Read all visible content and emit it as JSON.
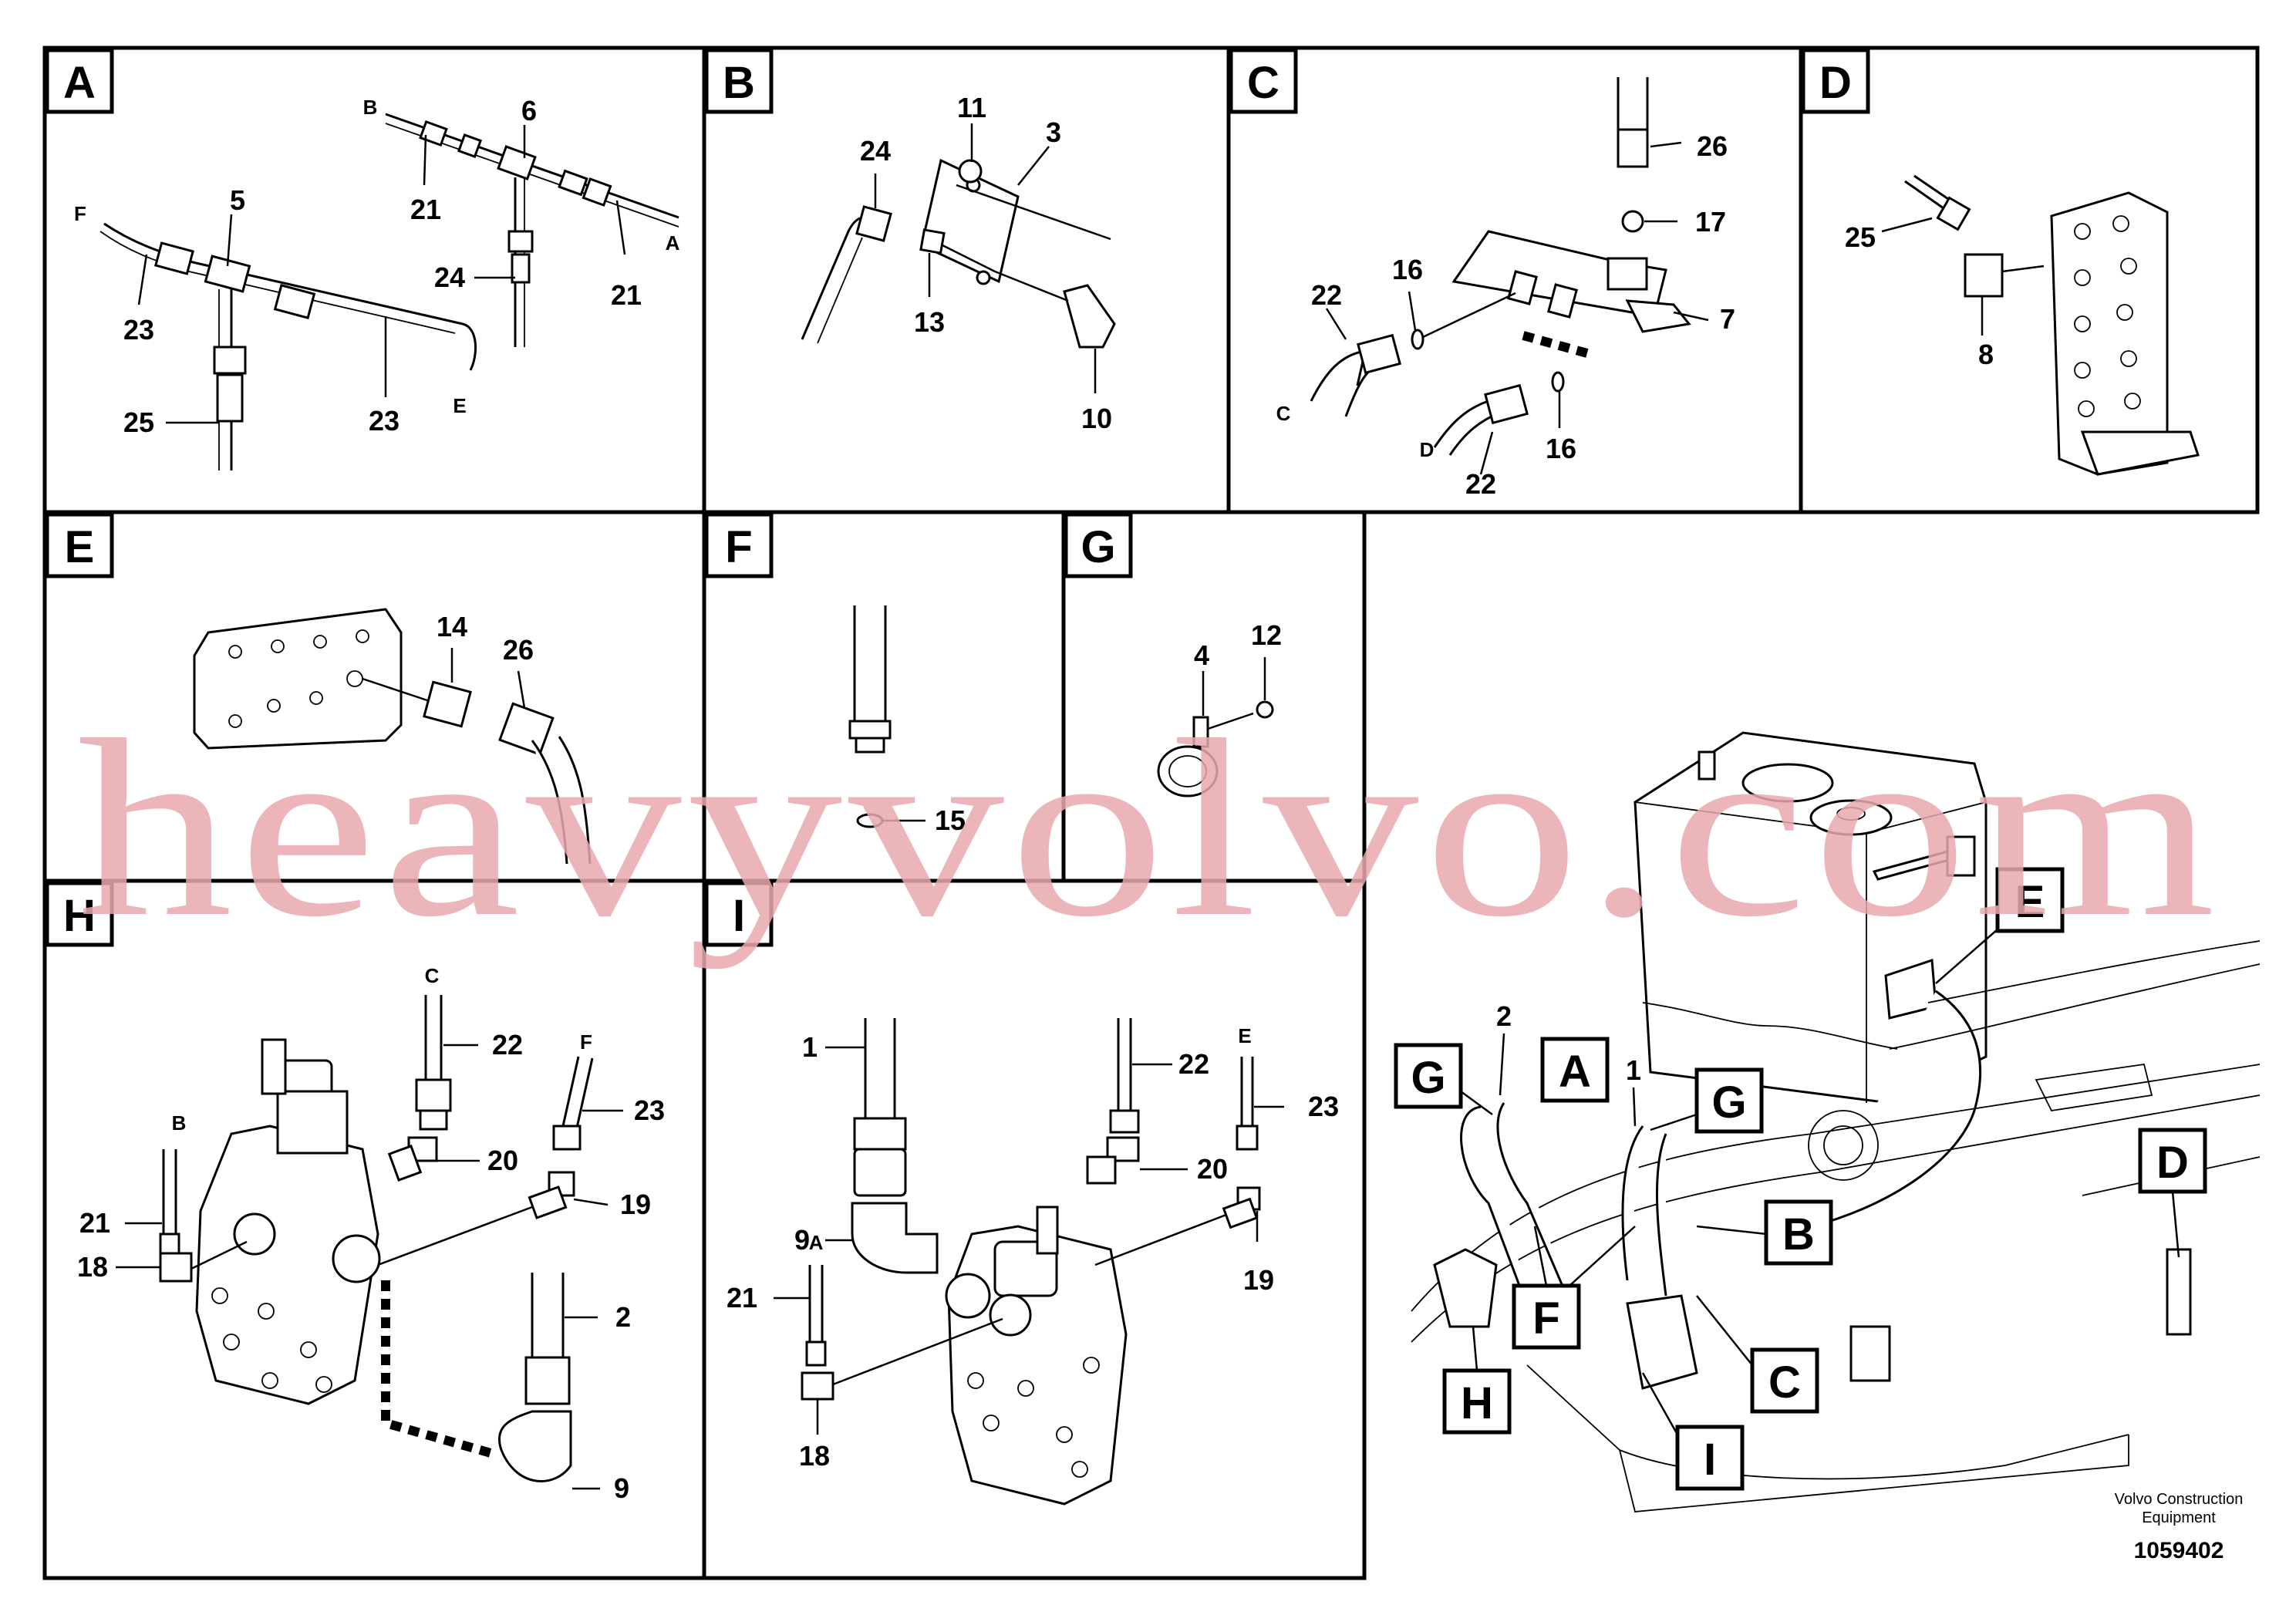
{
  "panels": {
    "A": {
      "label": "A",
      "refs": {
        "r6": "6",
        "r5": "5",
        "r21a": "21",
        "r21b": "21",
        "r24": "24",
        "r23a": "23",
        "r23b": "23",
        "r25": "25",
        "lB": "B",
        "lA": "A",
        "lF": "F",
        "lE": "E"
      }
    },
    "B": {
      "label": "B",
      "refs": {
        "r11": "11",
        "r3": "3",
        "r24": "24",
        "r13": "13",
        "r10": "10"
      }
    },
    "C": {
      "label": "C",
      "refs": {
        "r26": "26",
        "r17": "17",
        "r16a": "16",
        "r22a": "22",
        "r7": "7",
        "r16b": "16",
        "r22b": "22",
        "lC": "C",
        "lD": "D"
      }
    },
    "D": {
      "label": "D",
      "refs": {
        "r25": "25",
        "r8": "8"
      }
    },
    "E": {
      "label": "E",
      "refs": {
        "r14": "14",
        "r26": "26"
      }
    },
    "F": {
      "label": "F",
      "refs": {
        "r15": "15"
      }
    },
    "G": {
      "label": "G",
      "refs": {
        "r4": "4",
        "r12": "12"
      }
    },
    "H": {
      "label": "H",
      "refs": {
        "r22": "22",
        "r23": "23",
        "r20": "20",
        "r19": "19",
        "r21": "21",
        "r18": "18",
        "r2": "2",
        "r9": "9",
        "lC": "C",
        "lF": "F",
        "lB": "B"
      }
    },
    "I": {
      "label": "I",
      "refs": {
        "r1": "1",
        "r22": "22",
        "r23": "23",
        "r20": "20",
        "r9": "9",
        "r19": "19",
        "r21": "21",
        "r18": "18",
        "lE": "E",
        "lA": "A"
      }
    }
  },
  "overview": {
    "callouts": [
      "E",
      "G",
      "A",
      "G",
      "B",
      "F",
      "C",
      "H",
      "I",
      "D"
    ],
    "refs": {
      "r2": "2",
      "r1": "1"
    }
  },
  "watermark": "heavyvolvo.com",
  "credit": {
    "line1": "Volvo Construction",
    "line2": "Equipment"
  },
  "doc_number": "1059402"
}
